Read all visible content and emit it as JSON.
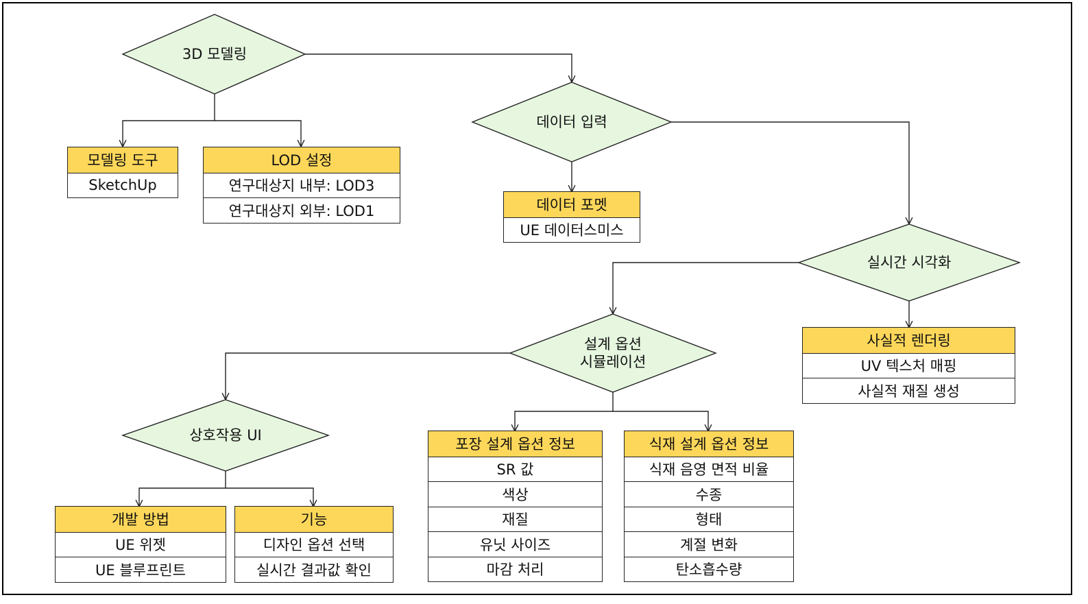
{
  "colors": {
    "diamond_fill": "#e6f6df",
    "header_fill": "#fdd75a",
    "line": "#222222"
  },
  "nodes": {
    "modeling": "3D 모델링",
    "data_input": "데이터 입력",
    "realtime_viz": "실시간 시각화",
    "design_sim_line1": "설계 옵션",
    "design_sim_line2": "시뮬레이션",
    "interactive_ui": "상호작용 UI"
  },
  "boxes": {
    "modeling_tool": {
      "title": "모델링 도구",
      "items": [
        "SketchUp"
      ]
    },
    "lod": {
      "title": "LOD 설정",
      "items": [
        "연구대상지 내부: LOD3",
        "연구대상지 외부: LOD1"
      ]
    },
    "data_format": {
      "title": "데이터 포멧",
      "items": [
        "UE 데이터스미스"
      ]
    },
    "realistic_rendering": {
      "title": "사실적 렌더링",
      "items": [
        "UV 텍스처 매핑",
        "사실적 재질 생성"
      ]
    },
    "paving": {
      "title": "포장 설계 옵션 정보",
      "items": [
        "SR 값",
        "색상",
        "재질",
        "유닛 사이즈",
        "마감 처리"
      ]
    },
    "planting": {
      "title": "식재 설계 옵션 정보",
      "items": [
        "식재 음영 면적 비율",
        "수종",
        "형태",
        "계절 변화",
        "탄소흡수량"
      ]
    },
    "dev_method": {
      "title": "개발 방법",
      "items": [
        "UE 위젯",
        "UE 블루프린트"
      ]
    },
    "function": {
      "title": "기능",
      "items": [
        "디자인 옵션 선택",
        "실시간 결과값 확인"
      ]
    }
  }
}
